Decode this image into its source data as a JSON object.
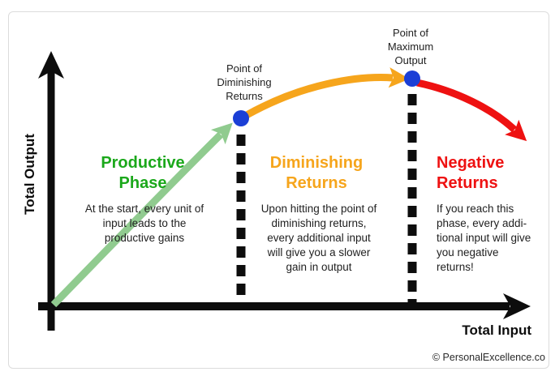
{
  "axes": {
    "y_label": "Total Output",
    "x_label": "Total Input"
  },
  "annotations": {
    "diminishing_point": "Point of\nDiminishing\nReturns",
    "maximum_point": "Point of\nMaximum\nOutput"
  },
  "phases": {
    "productive": {
      "title": "Productive\nPhase",
      "description": "At the start, every unit of\ninput leads to the\nproductive gains",
      "color": "#1BA81B",
      "line_color": "#90CB8F"
    },
    "diminishing": {
      "title": "Diminishing\nReturns",
      "description": "Upon hitting the point of\ndiminishing returns,\nevery additional input\nwill give you a slower\ngain in output",
      "color": "#F6A51C"
    },
    "negative": {
      "title": "Negative\nReturns",
      "description": "If you reach this\nphase, every addi-\ntional input will give\nyou negative\nreturns!",
      "color": "#EE1111"
    }
  },
  "points": {
    "color": "#1B3FD6"
  },
  "footer": {
    "credit": "© PersonalExcellence.co"
  }
}
